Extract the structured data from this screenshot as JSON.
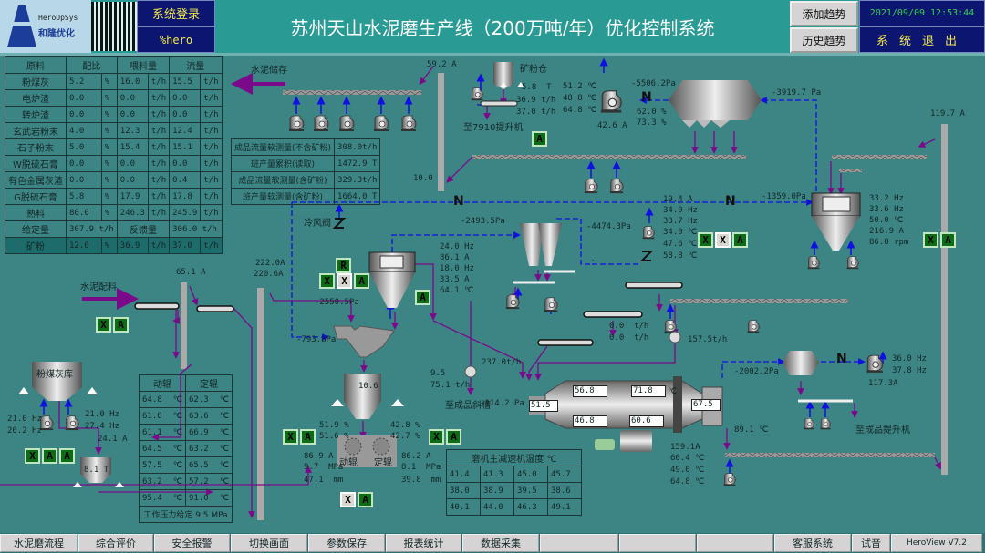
{
  "header": {
    "logo_text": "HeroOpSys",
    "logo_cn": "和隆优化",
    "login": "系统登录",
    "user": "%hero",
    "title": "苏州天山水泥磨生产线（200万吨/年）优化控制系统",
    "add_trend": "添加趋势",
    "history_trend": "历史趋势",
    "datetime": "2021/09/09 12:53:44",
    "exit": "系统退出"
  },
  "feed_table": {
    "headers": [
      "原料",
      "配比",
      "喂料量",
      "流量"
    ],
    "rows": [
      [
        "粉煤灰",
        "5.2",
        "%",
        "16.0",
        "t/h",
        "15.5",
        "t/h"
      ],
      [
        "电炉渣",
        "0.0",
        "%",
        "0.0",
        "t/h",
        "0.0",
        "t/h"
      ],
      [
        "转炉渣",
        "0.0",
        "%",
        "0.0",
        "t/h",
        "0.0",
        "t/h"
      ],
      [
        "玄武岩粉末",
        "4.0",
        "%",
        "12.3",
        "t/h",
        "12.4",
        "t/h"
      ],
      [
        "石子粉末",
        "5.0",
        "%",
        "15.4",
        "t/h",
        "15.1",
        "t/h"
      ],
      [
        "W脱硫石膏",
        "0.0",
        "%",
        "0.0",
        "t/h",
        "0.0",
        "t/h"
      ],
      [
        "有色金属灰渣",
        "0.0",
        "%",
        "0.0",
        "t/h",
        "0.4",
        "t/h"
      ],
      [
        "G脱硫石膏",
        "5.8",
        "%",
        "17.9",
        "t/h",
        "17.8",
        "t/h"
      ],
      [
        "熟料",
        "80.0",
        "%",
        "246.3",
        "t/h",
        "245.9",
        "t/h"
      ]
    ],
    "setpoint_label": "给定量",
    "setpoint": "307.9 t/h",
    "feedback_label": "反馈量",
    "feedback": "306.0 t/h",
    "slag": [
      "矿粉",
      "12.0",
      "%",
      "36.9",
      "t/h",
      "37.0",
      "t/h"
    ]
  },
  "soft_table": [
    [
      "成品流量软测量(不含矿粉)",
      "308.0t/h"
    ],
    [
      "班产量累积(读取)",
      "1472.9 T"
    ],
    [
      "成品流量软测量(含矿粉)",
      "329.3t/h"
    ],
    [
      "班产量软测量(含矿粉)",
      "1664.0 T"
    ]
  ],
  "roller_table": {
    "headers": [
      "动辊",
      "定辊"
    ],
    "rows": [
      [
        "64.8",
        "62.3"
      ],
      [
        "61.8",
        "63.6"
      ],
      [
        "61.1",
        "66.9"
      ],
      [
        "64.5",
        "63.2"
      ],
      [
        "57.5",
        "65.5"
      ],
      [
        "63.2",
        "57.2"
      ],
      [
        "95.4",
        "91.0"
      ]
    ],
    "unit": "℃",
    "footer": "工作压力给定 9.5  MPa"
  },
  "mill_temp_table": {
    "title": "磨机主减速机温度 ℃",
    "rows": [
      [
        "41.4",
        "41.3",
        "45.0",
        "45.7"
      ],
      [
        "38.0",
        "38.9",
        "39.5",
        "38.6"
      ],
      [
        "40.1",
        "44.0",
        "46.3",
        "49.1"
      ]
    ]
  },
  "labels": {
    "cement_storage": "水泥储存",
    "elev1_current": "59.2 A",
    "slag_silo": "矿粉仓",
    "slag_level": "5.8  T",
    "slag_feed": "36.9 t/h",
    "slag_flow": "37.0 t/h",
    "to_7910": "至7910提升机",
    "bag_t1": "51.2 ℃",
    "bag_t2": "48.8 ℃",
    "bag_t3": "64.8 ℃",
    "fan1_current": "42.6 A",
    "bag_p_out": "-5506.2Pa",
    "valve1": "62.0 %",
    "valve2": "73.3 %",
    "bag_p_in": "-3919.7 Pa",
    "elev_r_current": "119.7 A",
    "elev1_level": "10.0",
    "n1": "N",
    "n2": "N",
    "n3": "N",
    "n4": "N",
    "cf_a": "19.4 A",
    "cf_hz1": "34.0 Hz",
    "cf_hz2": "33.7 Hz",
    "cf_t1": "34.0 ℃",
    "cf_t2": "47.6 ℃",
    "cf_t3": "58.8 ℃",
    "sep_p": "-1359.0Pa",
    "sep_hz1": "33.2 Hz",
    "sep_hz2": "33.6 Hz",
    "sep_t": "50.0 ℃",
    "sep_a": "216.9 A",
    "sep_rpm": "86.8 rpm",
    "cold_valve": "冷风阀",
    "cyc_p_in": "-2493.5Pa",
    "cyc_p_out": "-4474.3Pa",
    "rp_a1": "222.0A",
    "rp_a2": "220.6A",
    "elev2_current": "65.1 A",
    "cement_batch": "水泥配料",
    "vsep_hz1": "24.0 Hz",
    "vsep_a1": "86.1 A",
    "vsep_hz2": "18.0 Hz",
    "vsep_a2": "33.5 A",
    "vsep_t": "64.1 ℃",
    "vsep_p": "-2550.5Pa",
    "rp_p": "-793.8Pa",
    "belt1": "0.0  t/h",
    "belt2": "0.0  t/h",
    "feeder_flow": "157.5t/h",
    "mill_feed": "237.0t/h",
    "chute_val": "9.5",
    "chute_flow": "75.1 t/h",
    "to_chute": "至成品斜槽",
    "mill_in_p": "-114.2 Pa",
    "mill_v1": "56.8",
    "mill_v2": "71.8",
    "mill_v3": "51.5",
    "mill_v4": "46.8",
    "mill_v5": "60.6",
    "mill_v6": "67.5",
    "deg": "℃",
    "bf2_p": "-2002.2Pa",
    "fan2_hz1": "36.0 Hz",
    "fan2_hz2": "37.8 Hz",
    "fan2_a": "117.3A",
    "mill_out_t": "89.1 ℃",
    "to_elevator": "至成品提升机",
    "motor_a": "159.1A",
    "motor_t1": "60.4 ℃",
    "motor_t2": "49.0 ℃",
    "motor_t3": "64.8 ℃",
    "bin_level": "10.6",
    "rp_v1": "51.9 %",
    "rp_v2": "51.6 %",
    "rp_v3": "42.8 %",
    "rp_v4": "42.7 %",
    "mr_a": "86.9 A",
    "mr_p": "9.7  MPa",
    "mr_gap": "47.1  mm",
    "fr_a": "86.2 A",
    "fr_p": "8.1  MPa",
    "fr_gap": "39.8  mm",
    "moving_roll": "动辊",
    "fixed_roll": "定辊",
    "ash_silo": "粉煤灰库",
    "ash_hz1": "21.0 Hz",
    "ash_hz2": "20.2 Hz",
    "ash_hz3": "21.0 Hz",
    "ash_hz4": "27.4 Hz",
    "ash_a": "24.1 A",
    "small_bin": "8.1 T"
  },
  "badges": {
    "X": "X",
    "A": "A",
    "R": "R"
  },
  "footer": [
    "水泥磨流程",
    "综合评价",
    "安全报警",
    "切换画面",
    "参数保存",
    "报表统计",
    "数据采集",
    "",
    "",
    "",
    "客服系统",
    "试音",
    "HeroView V7.2"
  ],
  "colors": {
    "background": "#3d8585",
    "air": "#1010e0",
    "material": "#7a0a8a",
    "running": "#0e6b16"
  }
}
